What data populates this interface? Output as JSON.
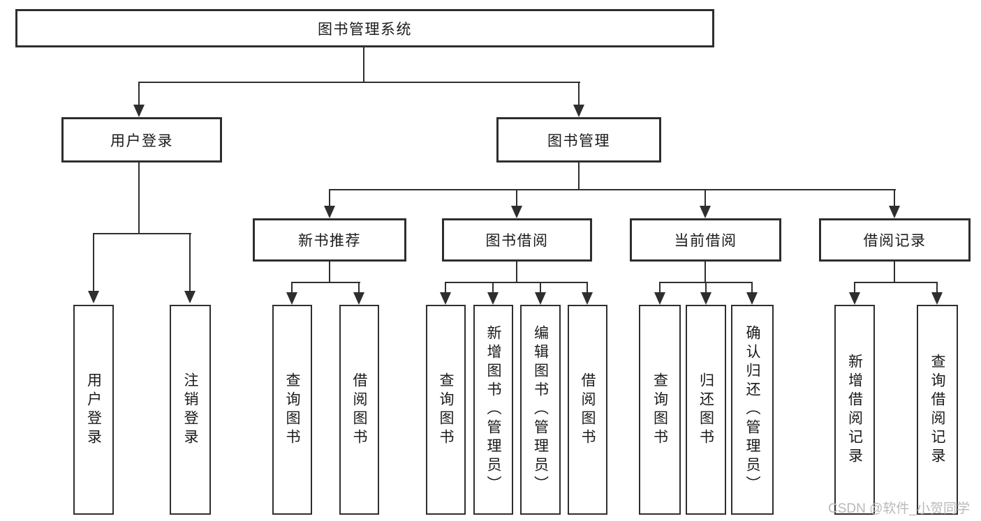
{
  "diagram_title": "图书管理系统",
  "tree": {
    "label": "图书管理系统",
    "children": [
      {
        "label": "用户登录",
        "children": [
          {
            "label": "用户登录"
          },
          {
            "label": "注销登录"
          }
        ]
      },
      {
        "label": "图书管理",
        "children": [
          {
            "label": "新书推荐",
            "children": [
              {
                "label": "查询图书"
              },
              {
                "label": "借阅图书"
              }
            ]
          },
          {
            "label": "图书借阅",
            "children": [
              {
                "label": "查询图书"
              },
              {
                "label": "新增图书（管理员）"
              },
              {
                "label": "编辑图书（管理员）"
              },
              {
                "label": "借阅图书"
              }
            ]
          },
          {
            "label": "当前借阅",
            "children": [
              {
                "label": "查询图书"
              },
              {
                "label": "归还图书"
              },
              {
                "label": "确认归还（管理员）"
              }
            ]
          },
          {
            "label": "借阅记录",
            "children": [
              {
                "label": "新增借阅记录"
              },
              {
                "label": "查询借阅记录"
              }
            ]
          }
        ]
      }
    ]
  },
  "watermark": {
    "text": "CSDN @软件_小贺同学"
  },
  "colors": {
    "line": "#2e2e2e",
    "text": "#1a1a1a",
    "watermark_text": "#b9b9b9",
    "background": "#ffffff"
  }
}
